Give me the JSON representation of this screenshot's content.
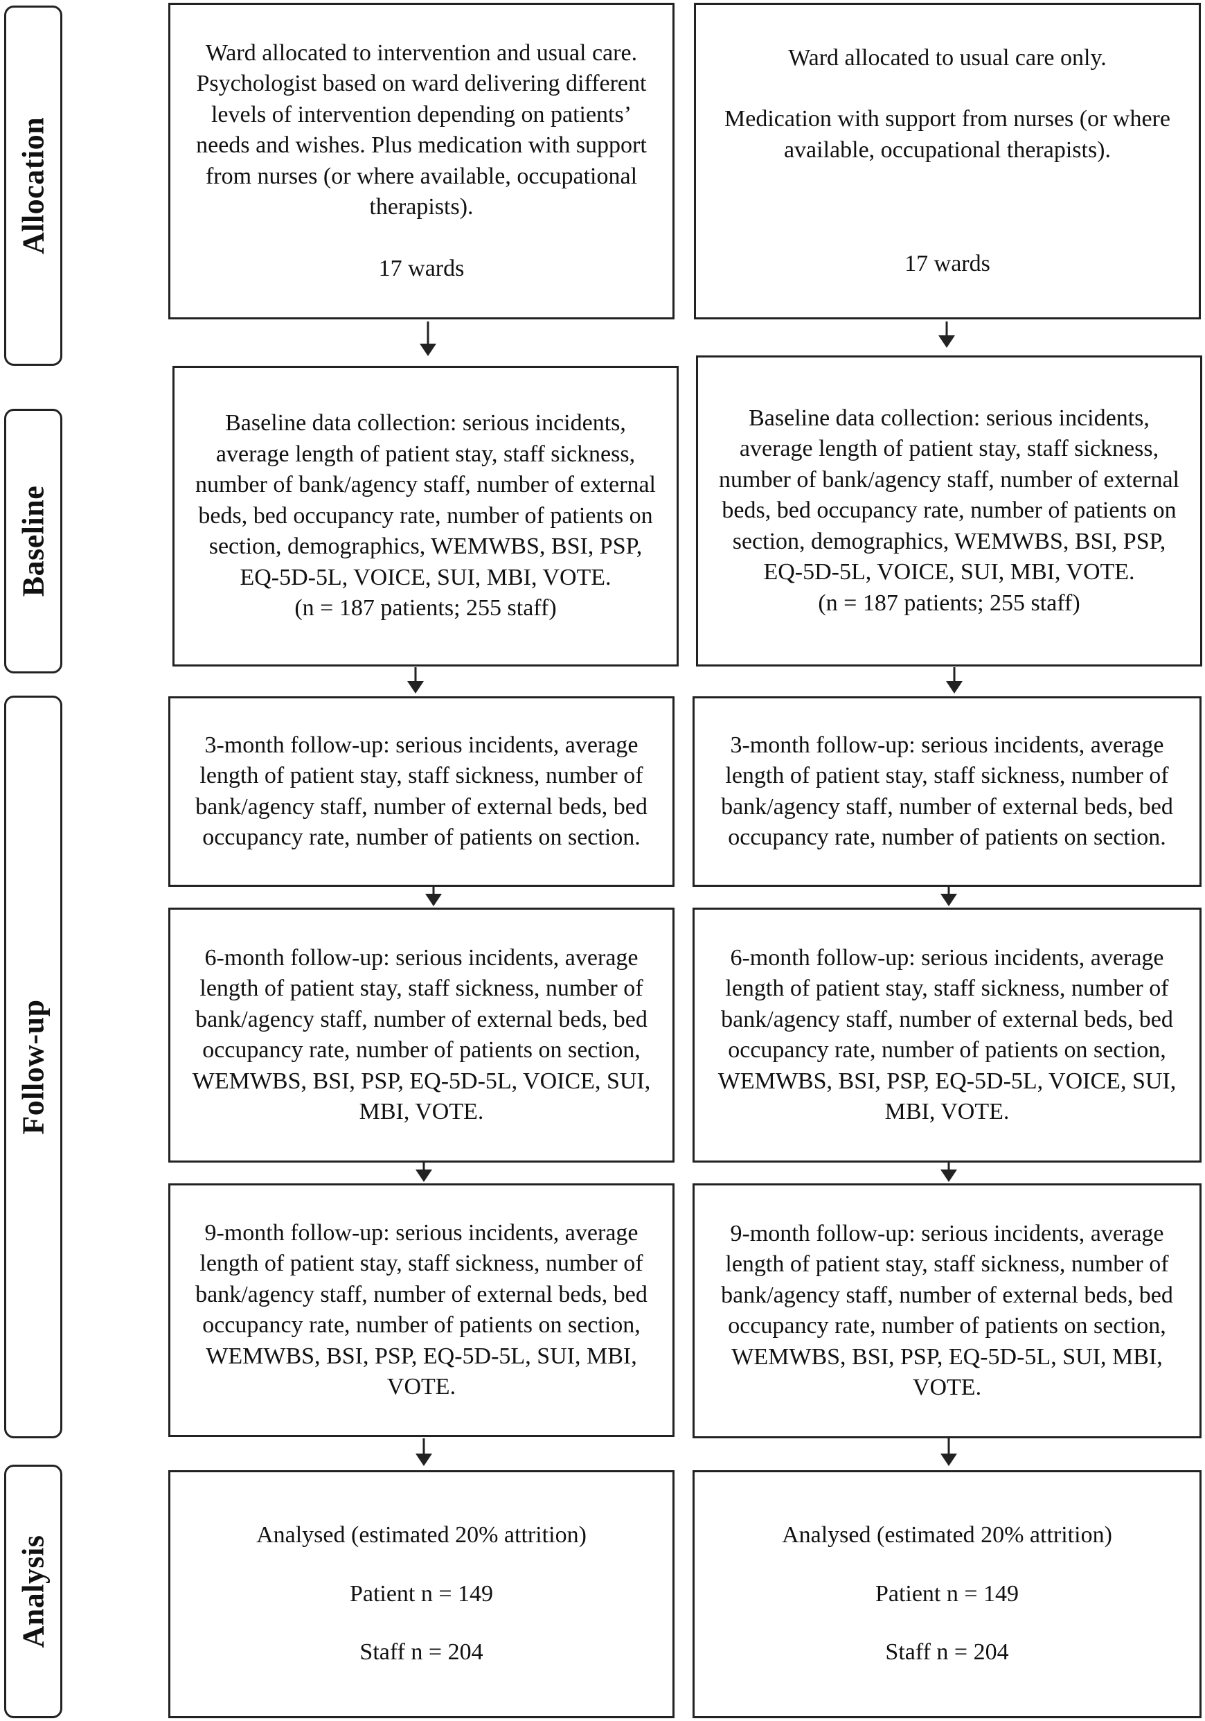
{
  "phases": {
    "allocation": "Allocation",
    "baseline": "Baseline",
    "follow_up": "Follow-up",
    "analysis": "Analysis"
  },
  "intervention": {
    "allocation": {
      "line1": "Ward allocated to intervention and usual care.",
      "line2": "Psychologist based on ward delivering different levels of intervention depending on patients’ needs and wishes. Plus medication with support from nurses (or where available, occupational therapists).",
      "wards": "17 wards"
    },
    "baseline": {
      "text": "Baseline data collection: serious incidents, average length of patient stay, staff sickness, number of bank/agency staff, number of external beds, bed occupancy rate, number of patients on section, demographics, WEMWBS, BSI, PSP, EQ-5D-5L, VOICE, SUI, MBI, VOTE.",
      "n": "(n = 187 patients; 255 staff)"
    },
    "followup_3": "3-month follow-up: serious incidents, average length of patient stay, staff sickness, number of bank/agency staff, number of external beds, bed occupancy rate, number of patients on section.",
    "followup_6": "6-month follow-up: serious incidents, average length of patient stay, staff sickness, number of bank/agency staff, number of external beds, bed occupancy rate, number of patients on section, WEMWBS, BSI, PSP, EQ-5D-5L, VOICE, SUI, MBI, VOTE.",
    "followup_9": "9-month follow-up: serious incidents, average length of patient stay, staff sickness, number of bank/agency staff, number of external beds, bed occupancy rate, number of patients on section, WEMWBS, BSI, PSP, EQ-5D-5L, SUI, MBI, VOTE.",
    "analysis": {
      "analysed": "Analysed (estimated 20% attrition)",
      "patient": "Patient n = 149",
      "staff": "Staff n = 204"
    }
  },
  "usual_care": {
    "allocation": {
      "line1": "Ward allocated to usual care only.",
      "line2": "Medication with support from nurses (or where available, occupational therapists).",
      "wards": "17 wards"
    },
    "baseline": {
      "text": "Baseline data collection: serious incidents, average length of patient stay, staff sickness, number of bank/agency staff, number of external beds, bed occupancy rate, number of patients on section, demographics, WEMWBS, BSI, PSP, EQ-5D-5L, VOICE, SUI, MBI, VOTE.",
      "n": "(n = 187 patients; 255 staff)"
    },
    "followup_3": "3-month follow-up: serious incidents, average length of patient stay, staff sickness, number of bank/agency staff, number of external beds, bed occupancy rate, number of patients on section.",
    "followup_6": "6-month follow-up: serious incidents, average length of patient stay, staff sickness, number of bank/agency staff, number of external beds, bed occupancy rate, number of patients on section, WEMWBS, BSI, PSP, EQ-5D-5L, VOICE, SUI, MBI, VOTE.",
    "followup_9": "9-month follow-up: serious incidents, average length of patient stay, staff sickness, number of bank/agency staff, number of external beds, bed occupancy rate, number of patients on section, WEMWBS, BSI, PSP, EQ-5D-5L, SUI, MBI, VOTE.",
    "analysis": {
      "analysed": "Analysed (estimated 20% attrition)",
      "patient": "Patient n = 149",
      "staff": "Staff n = 204"
    }
  }
}
